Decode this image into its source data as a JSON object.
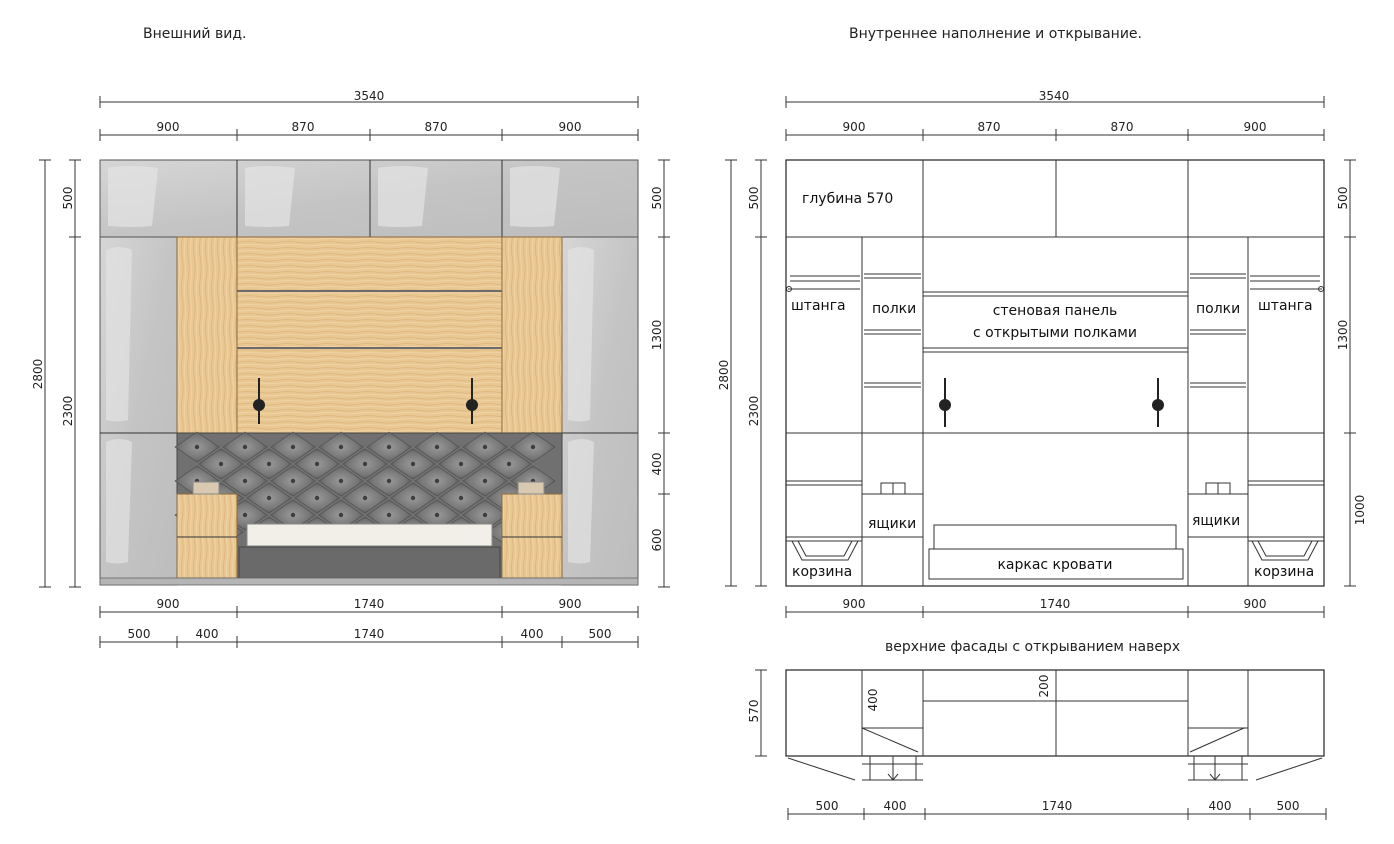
{
  "titles": {
    "left": "Внешний вид.",
    "right": "Внутреннее наполнение и открывание.",
    "plan": "верхние фасады с открыванием наверх"
  },
  "left_dims": {
    "total_width": "3540",
    "top_row": [
      "900",
      "870",
      "870",
      "900"
    ],
    "bottom_row1": [
      "900",
      "1740",
      "900"
    ],
    "bottom_row2": [
      "500",
      "400",
      "1740",
      "400",
      "500"
    ],
    "left_outer": "2800",
    "left_inner": "2300",
    "left_top": "500",
    "right_col": [
      "500",
      "1300",
      "400",
      "600"
    ]
  },
  "right_dims": {
    "total_width": "3540",
    "top_row": [
      "900",
      "870",
      "870",
      "900"
    ],
    "bottom_row": [
      "900",
      "1740",
      "900"
    ],
    "left_outer": "2800",
    "left_inner": "2300",
    "left_top": "500",
    "right_col": [
      "500",
      "1300",
      "1000"
    ]
  },
  "labels": {
    "depth": "глубина 570",
    "rod_left": "штанга",
    "rod_right": "штанга",
    "shelves_left": "полки",
    "shelves_right": "полки",
    "wall_panel_1": "стеновая панель",
    "wall_panel_2": "с открытыми полками",
    "drawers_left": "ящики",
    "drawers_right": "ящики",
    "bed_frame": "каркас кровати",
    "basket_left": "корзина",
    "basket_right": "корзина"
  },
  "plan_dims": {
    "depth": "570",
    "d400": "400",
    "d200": "200",
    "bottom_row": [
      "500",
      "400",
      "1740",
      "400",
      "500"
    ]
  },
  "colors": {
    "gloss_grey": "#c9c9c9",
    "oak": "#e8c48e",
    "headboard": "#6e6e6e",
    "line": "#333333"
  }
}
